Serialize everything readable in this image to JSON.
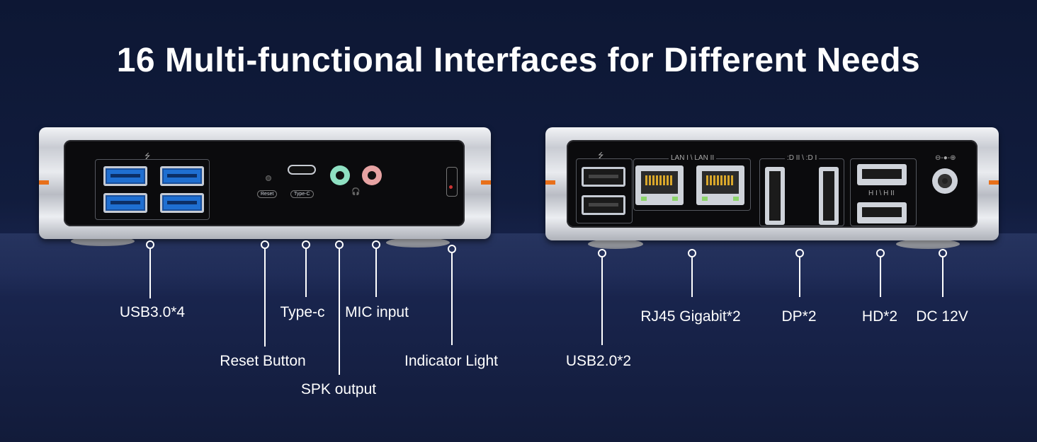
{
  "title": "16 Multi-functional Interfaces for Different Needs",
  "front_panel": {
    "reset_marking": "Reset",
    "typec_marking": "Type-C"
  },
  "rear_panel": {
    "lan_marking": "LAN I \\ LAN II",
    "dp_marking": ":D II \\ :D I",
    "hdmi_marking": "H I \\ H II"
  },
  "labels": {
    "usb30": "USB3.0*4",
    "reset": "Reset Button",
    "typec": "Type-c",
    "spk": "SPK output",
    "mic": "MIC input",
    "indicator": "Indicator Light",
    "usb20": "USB2.0*2",
    "rj45": "RJ45 Gigabit*2",
    "dp": "DP*2",
    "hd": "HD*2",
    "dc": "DC 12V"
  },
  "colors": {
    "background": "#0d1734",
    "accent_orange": "#e8701a",
    "usb3_blue": "#1f6fd1",
    "spk_green": "#8fe0c2",
    "mic_pink": "#e7a3a3"
  }
}
